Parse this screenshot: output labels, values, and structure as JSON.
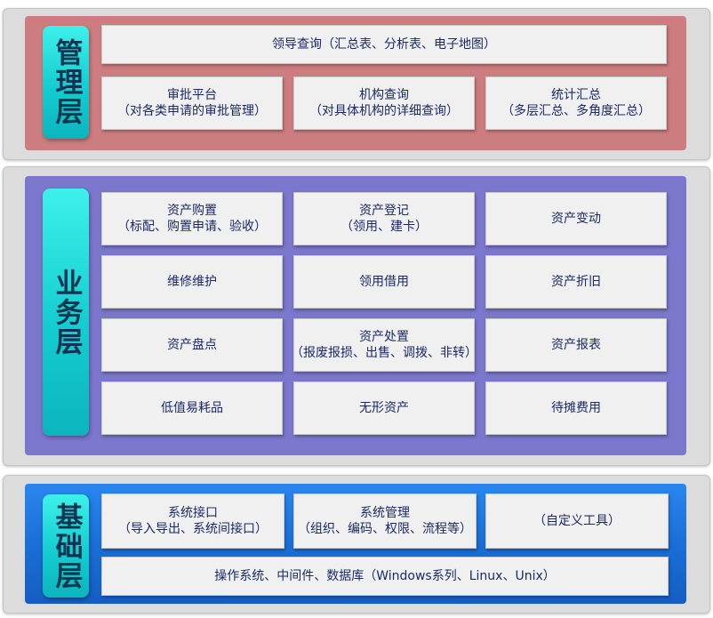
{
  "layers": {
    "management": {
      "label": "管理层",
      "color": "#cd7c7f",
      "boxes": [
        {
          "line1": "领导查询（汇总表、分析表、电子地图）",
          "line2": ""
        },
        {
          "line1": "审批平台",
          "line2": "（对各类申请的审批管理）"
        },
        {
          "line1": "机构查询",
          "line2": "（对具体机构的详细查询）"
        },
        {
          "line1": "统计汇总",
          "line2": "（多层汇总、多角度汇总）"
        }
      ]
    },
    "business": {
      "label": "业务层",
      "color": "#7a77cc",
      "boxes": [
        {
          "line1": "资产购置",
          "line2": "（标配、购置申请、验收）"
        },
        {
          "line1": "资产登记",
          "line2": "（领用、建卡）"
        },
        {
          "line1": "资产变动",
          "line2": ""
        },
        {
          "line1": "维修维护",
          "line2": ""
        },
        {
          "line1": "领用借用",
          "line2": ""
        },
        {
          "line1": "资产折旧",
          "line2": ""
        },
        {
          "line1": "资产盘点",
          "line2": ""
        },
        {
          "line1": "资产处置",
          "line2": "（报废报损、出售、调拨、非转）"
        },
        {
          "line1": "资产报表",
          "line2": ""
        },
        {
          "line1": "低值易耗品",
          "line2": ""
        },
        {
          "line1": "无形资产",
          "line2": ""
        },
        {
          "line1": "待摊费用",
          "line2": ""
        }
      ]
    },
    "foundation": {
      "label": "基础层",
      "color": "#1a6fd6",
      "boxes": [
        {
          "line1": "系统接口",
          "line2": "（导入导出、系统间接口）"
        },
        {
          "line1": "系统管理",
          "line2": "（组织、编码、权限、流程等）"
        },
        {
          "line1": "（自定义工具）",
          "line2": ""
        },
        {
          "line1": "操作系统、中间件、数据库（Windows系列、Linux、Unix）",
          "line2": ""
        }
      ]
    }
  }
}
